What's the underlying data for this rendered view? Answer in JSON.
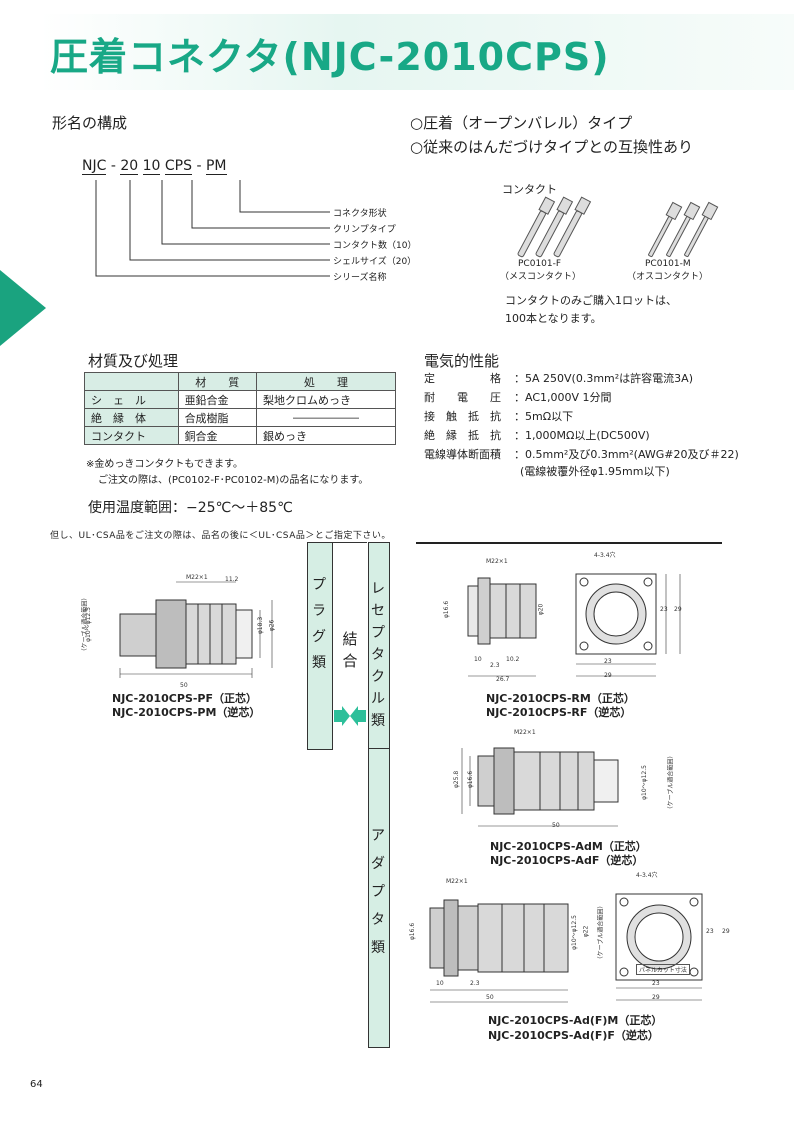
{
  "page": {
    "title": "圧着コネクタ(NJC-2010CPS)",
    "page_number": "64"
  },
  "naming": {
    "heading": "形名の構成",
    "parts": [
      {
        "text": "NJC",
        "ul": true
      },
      {
        "text": " - ",
        "ul": false
      },
      {
        "text": "20",
        "ul": true
      },
      {
        "text": " ",
        "ul": false
      },
      {
        "text": "10",
        "ul": true
      },
      {
        "text": " ",
        "ul": false
      },
      {
        "text": "CPS",
        "ul": true
      },
      {
        "text": " - ",
        "ul": false
      },
      {
        "text": "PM",
        "ul": true
      }
    ],
    "labels": [
      "コネクタ形状",
      "クリンプタイプ",
      "コンタクト数（10）",
      "シェルサイズ（20）",
      "シリーズ名称"
    ]
  },
  "features": [
    "○圧着（オープンバレル）タイプ",
    "○従来のはんだづけタイプとの互換性あり"
  ],
  "contact": {
    "label": "コンタクト",
    "female_code": "PC0101-F",
    "female_name": "（メスコンタクト）",
    "male_code": "PC0101-M",
    "male_name": "（オスコンタクト）",
    "note_line1": "コンタクトのみご購入1ロットは、",
    "note_line2": "100本となります。"
  },
  "materials": {
    "heading": "材質及び処理",
    "headers": [
      "",
      "材　　質",
      "処　　理"
    ],
    "rows": [
      [
        "シ　ェ　ル",
        "亜鉛合金",
        "梨地クロムめっき"
      ],
      [
        "絶　縁　体",
        "合成樹脂",
        "――――――"
      ],
      [
        "コンタクト",
        "銅合金",
        "銀めっき"
      ]
    ],
    "note1": "※金めっきコンタクトもできます。",
    "note2": "ご注文の際は、(PC0102-F･PC0102-M)の品名になります。"
  },
  "electrical": {
    "heading": "電気的性能",
    "rows": [
      {
        "k": "定　　　　　格",
        "v": "：5A 250V(0.3mm²は許容電流3A)"
      },
      {
        "k": "耐　　電　　圧",
        "v": "：AC1,000V 1分間"
      },
      {
        "k": "接　触　抵　抗",
        "v": "：5mΩ以下"
      },
      {
        "k": "絶　縁　抵　抗",
        "v": "：1,000MΩ以上(DC500V)"
      },
      {
        "k": "電線導体断面積",
        "v": "：0.5mm²及び0.3mm²(AWG#20及び＃22)"
      }
    ],
    "extra": "(電線被覆外径φ1.95mm以下)"
  },
  "temperature": "使用温度範囲：−25℃〜＋85℃",
  "ul_note": "但し、UL･CSA品をご注文の際は、品名の後に＜UL･CSA品＞とご指定下さい。",
  "columns": {
    "plug": "プラグ類",
    "join": "結合",
    "receptacle": "レセプタクル類",
    "adapter": "アダプタ類"
  },
  "models": {
    "plug1": "NJC-2010CPS-PF（正芯）",
    "plug2": "NJC-2010CPS-PM（逆芯）",
    "rm1": "NJC-2010CPS-RM（正芯）",
    "rm2": "NJC-2010CPS-RF（逆芯）",
    "ad1": "NJC-2010CPS-AdM（正芯）",
    "ad2": "NJC-2010CPS-AdF（逆芯）",
    "adf1": "NJC-2010CPS-Ad(F)M（正芯）",
    "adf2": "NJC-2010CPS-Ad(F)F（逆芯）"
  },
  "dims": {
    "plug": {
      "m22": "M22×1",
      "d11": "11.2",
      "d50": "50",
      "phi18": "φ18.3",
      "phi26": "φ26",
      "cable": "（ケーブル適合範囲）",
      "cable2": "φ10〜φ12.5"
    },
    "rm": {
      "m22": "M22×1",
      "hole": "4-3.4穴",
      "phi16": "φ16.6",
      "phi20": "φ20",
      "d10": "10",
      "d102": "10.2",
      "d23a": "2.3",
      "d267": "26.7",
      "w23": "23",
      "w29": "29",
      "h23": "23",
      "h29": "29"
    },
    "ad": {
      "m22": "M22×1",
      "phi258": "φ25.8",
      "phi166": "φ16.6",
      "d50": "50",
      "cable": "φ10〜φ12.5",
      "cable2": "（ケーブル適合範囲）"
    },
    "adf": {
      "m22": "M22×1",
      "hole": "4-3.4穴",
      "phi16": "φ16.6",
      "cable": "φ10〜φ12.5",
      "cable2": "（ケーブル適合範囲）",
      "phi22": "φ22",
      "d10": "10",
      "d23a": "2.3",
      "d50": "50",
      "w23": "23",
      "w29": "29",
      "h23": "23",
      "h29": "29",
      "pn": "パネルカット寸法"
    }
  }
}
